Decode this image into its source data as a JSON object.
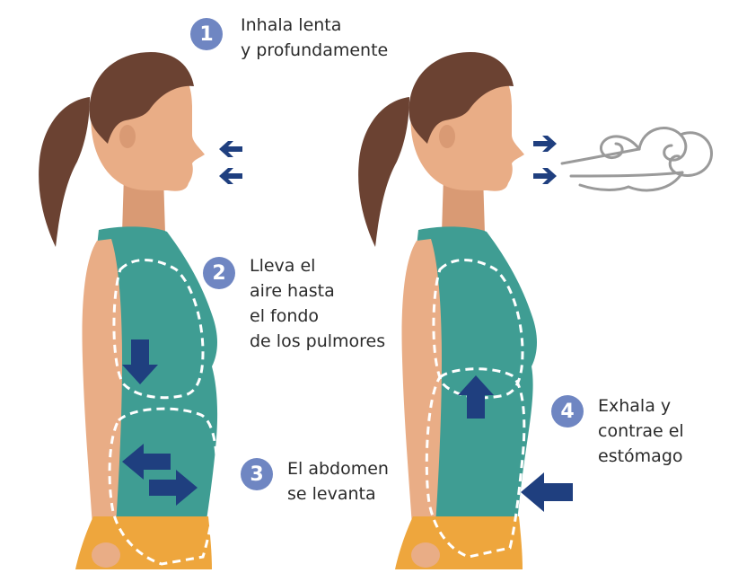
{
  "steps": [
    {
      "number": "1",
      "text": "Inhala lenta\ny profundamente"
    },
    {
      "number": "2",
      "text": "Lleva el\naire hasta\nel fondo\nde los pulmores"
    },
    {
      "number": "3",
      "text": "El abdomen\nse levanta"
    },
    {
      "number": "4",
      "text": "Exhala y\ncontrae el\nestómago"
    }
  ],
  "colors": {
    "skin": "#e9ad86",
    "skin_shadow": "#d99a74",
    "hair": "#6b4232",
    "shirt": "#3f9d93",
    "pants": "#eea63d",
    "arrow": "#1f3f7f",
    "badge": "#6f86c2",
    "cloud": "#9a9a9a"
  },
  "icons": [
    "arrow-left-icon",
    "arrow-right-icon",
    "arrow-down-icon",
    "arrow-up-icon",
    "cloud-icon"
  ]
}
